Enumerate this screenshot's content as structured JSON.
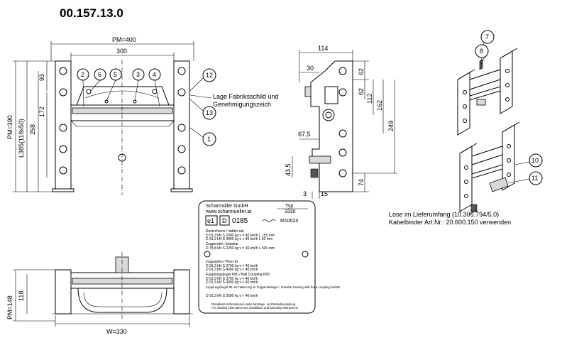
{
  "title": "00.157.13.0",
  "front_view": {
    "dims": {
      "pm400": "PM=400",
      "w300": "300",
      "pm390": "PM=390",
      "l385": "L385(118x50)",
      "d258": "258",
      "d172": "172",
      "d93": "93"
    },
    "callouts": [
      "2",
      "6",
      "5",
      "3",
      "4",
      "12",
      "13",
      "1"
    ],
    "note_line1": "Lage Fabriksschild und",
    "note_line2": "Genehmigungszeich"
  },
  "side_view": {
    "dims": {
      "d114": "114",
      "d30": "30",
      "d62a": "62",
      "d62b": "62",
      "d112": "112",
      "d162": "162",
      "d249": "249",
      "d67_5": "67,5",
      "d43_5": "43,5",
      "d74": "74",
      "d3": "3",
      "d15": "15"
    }
  },
  "iso_views": {
    "callouts": [
      "7",
      "8",
      "10",
      "11"
    ],
    "note_line1": "Lose im Lieferumfang (10.305.794/5.0)",
    "note_line2": "Kabelbinder Art.Nr.: 20.600.150 verwenden"
  },
  "bottom_view": {
    "dims": {
      "pm148": "PM=148",
      "d118": "118",
      "w330": "W=330"
    }
  },
  "nameplate": {
    "company": "Scharmüller GmbH",
    "website": "www.scharmueller.at",
    "typ_label": "Typ",
    "typ_value": "3330",
    "e1": "e1",
    "d": "D",
    "approval": "0185",
    "m_code": "M10024",
    "sections": [
      {
        "heading": "Rastschiene / ladder rail",
        "rows": [
          "D 91,3 kN    S 2000 kg    v = 40 km/h    L 155 mm",
          "D 91,3 kN    S 4000 kg    v < 40 km/h    L 60 mm"
        ]
      },
      {
        "heading": "Zugpendel / drawbar",
        "rows": [
          "D 78,8 kN    S 2250 kg    v = 40 km/h    L 500 mm"
        ]
      },
      {
        "heading": "Zugzapfen / Piton fix",
        "rows": [
          "D 91,3 kN    S 3700 kg    v = 40 km/h",
          "D 91,3 kN    S 4000 kg    v < 40 km/h"
        ]
      },
      {
        "heading": "Kupplungskugel K80 / Ball Coupling K80",
        "rows": [
          "D 91,3 kN    S 3700 kg    v = 40 km/h",
          "D 91,3 kN    S 4000 kg    v < 40 km/h"
        ]
      },
      {
        "heading": "Kupplungskugel 80 mit Halterung im Zugpendellager / drawbar bearing with fixed coupling ball 80",
        "rows": [
          "D 91,3 kN    S 3500 kg    v < 40 km/h"
        ]
      }
    ],
    "footer1": "Detaillierte Informationen siehe Montage- und Betriebsanleitung",
    "footer2": "For detailed information see installation and operating instructions"
  }
}
